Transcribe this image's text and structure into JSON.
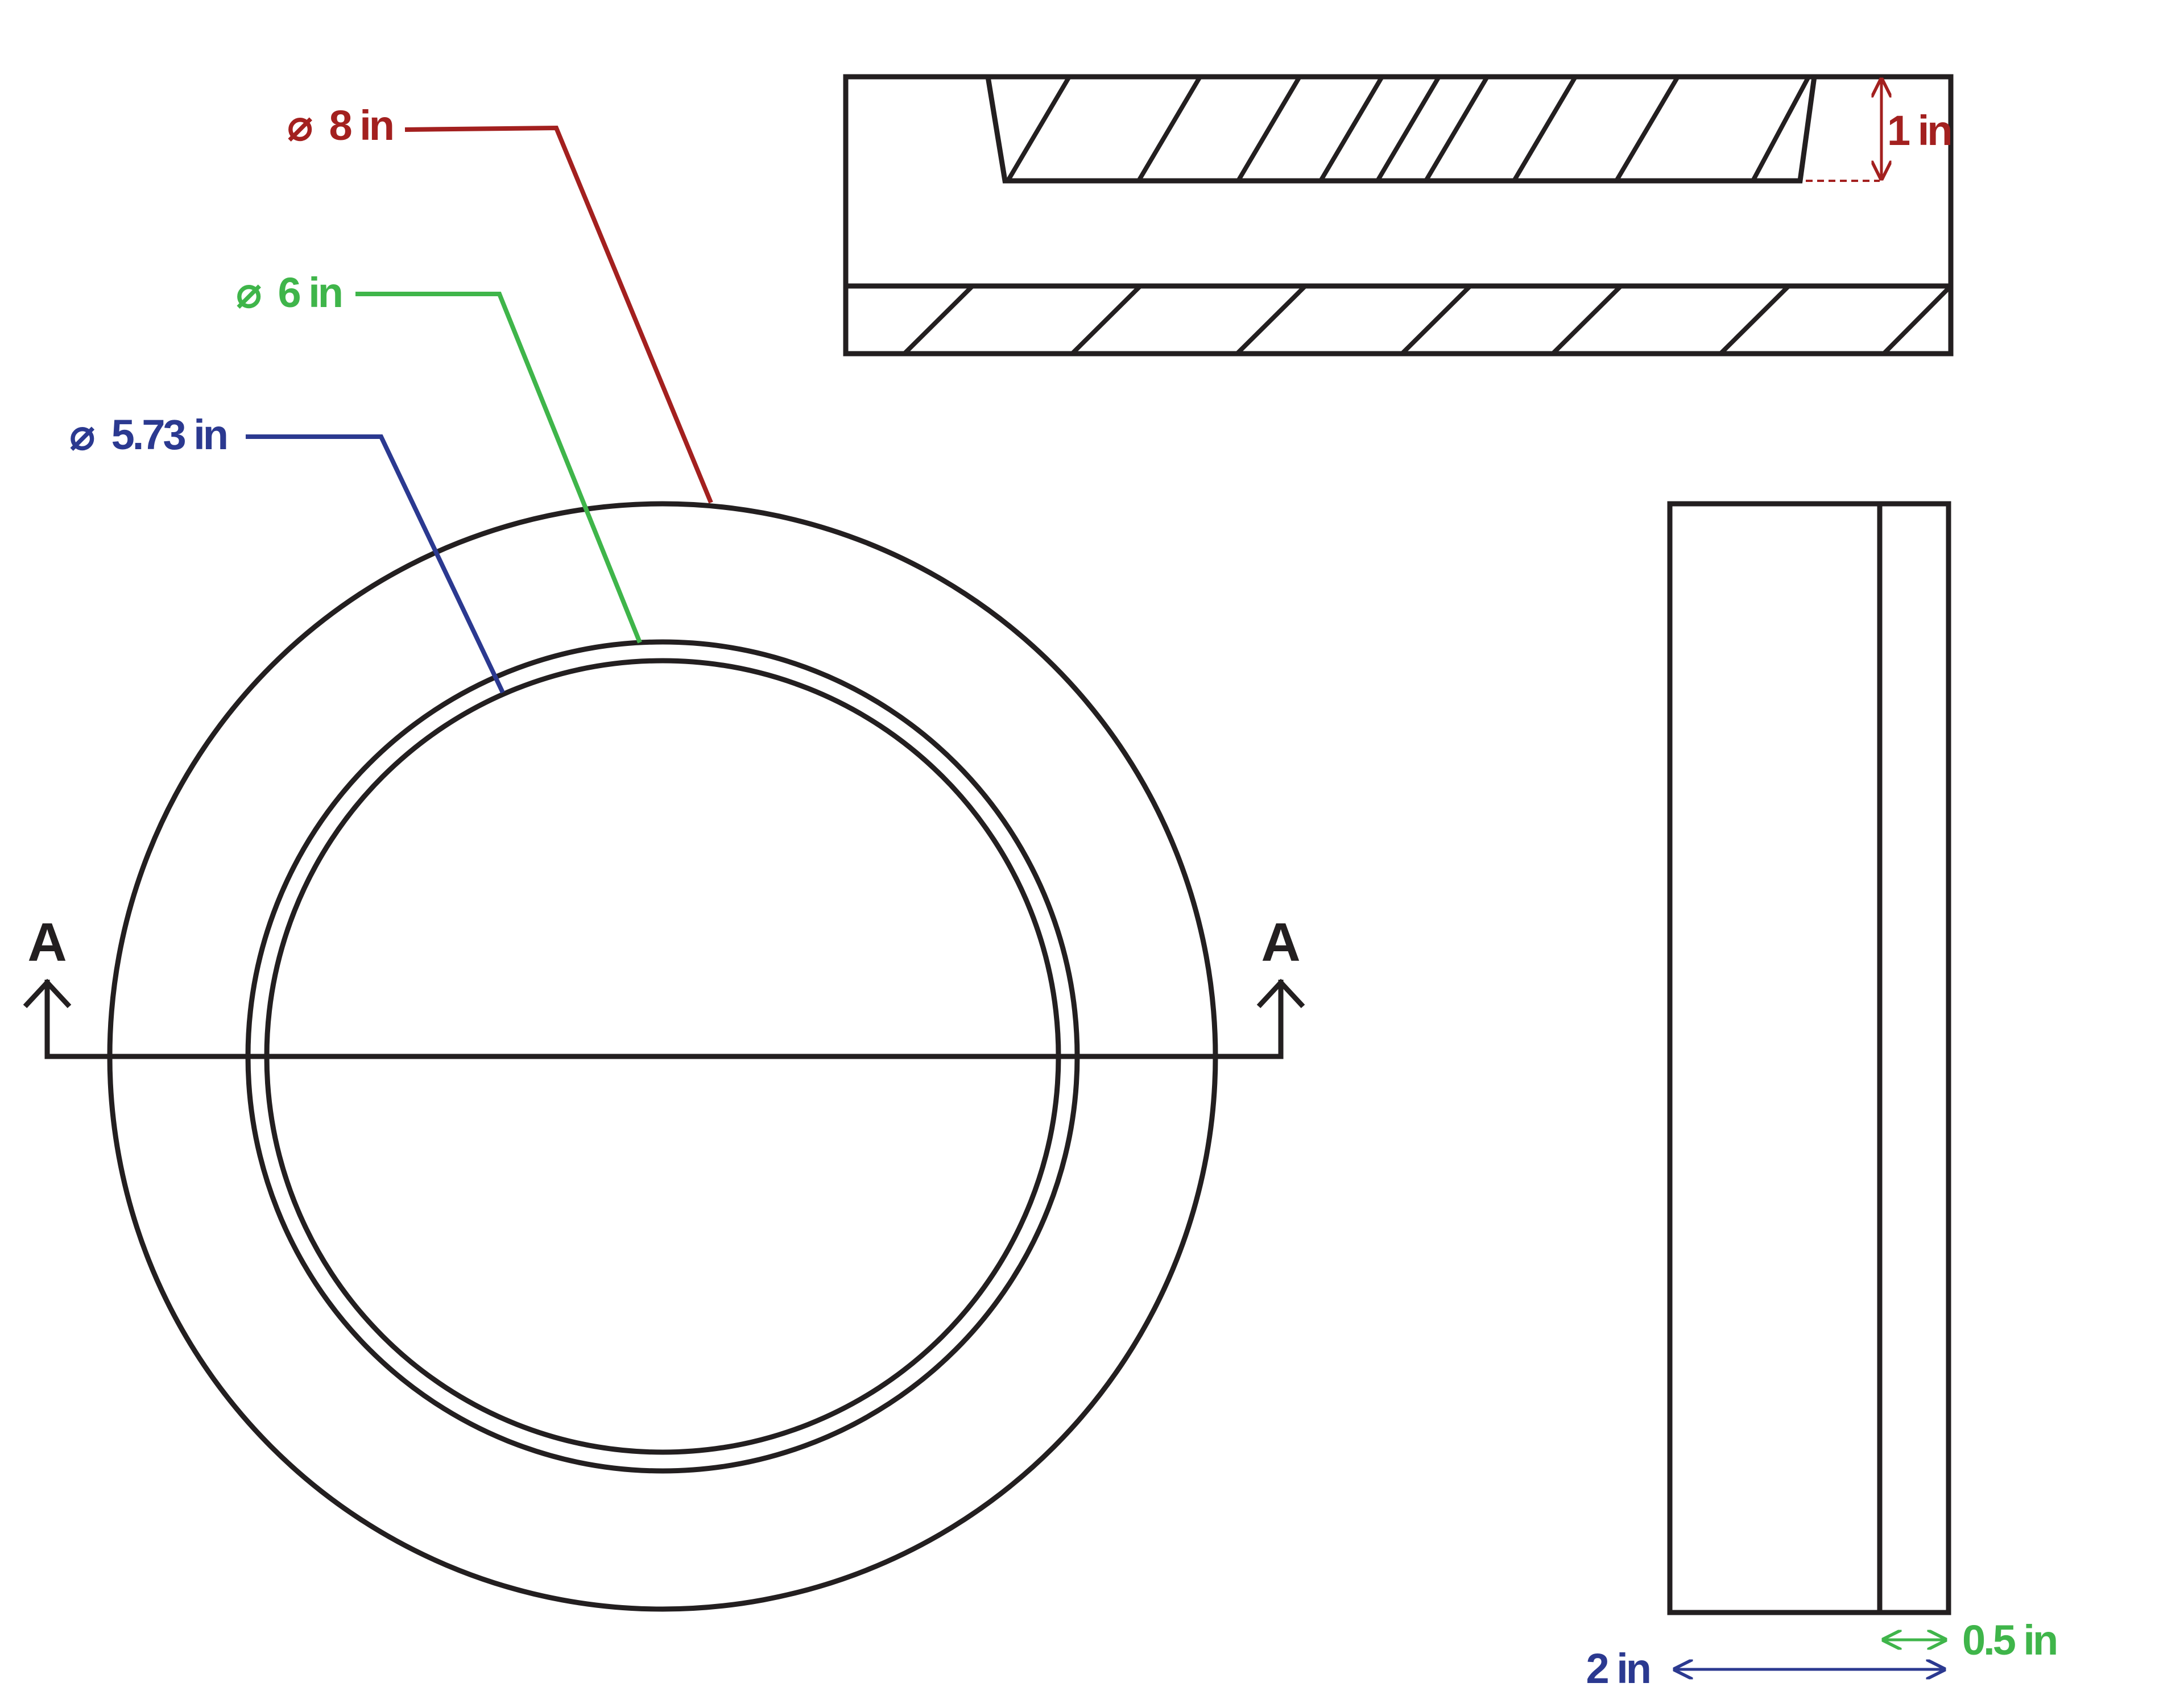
{
  "colors": {
    "outline": "#231f20",
    "red": "#a3201f",
    "green": "#3fb54a",
    "blue": "#2b3990"
  },
  "dimensions": {
    "outer_diameter": "8 in",
    "groove_diameter": "6 in",
    "inner_diameter": "5.73 in",
    "groove_depth": "1 in",
    "total_width": "2 in",
    "flange_width": "0.5 in"
  },
  "diameter_symbol": "⌀",
  "section": {
    "left_marker": "A",
    "right_marker": "A"
  }
}
